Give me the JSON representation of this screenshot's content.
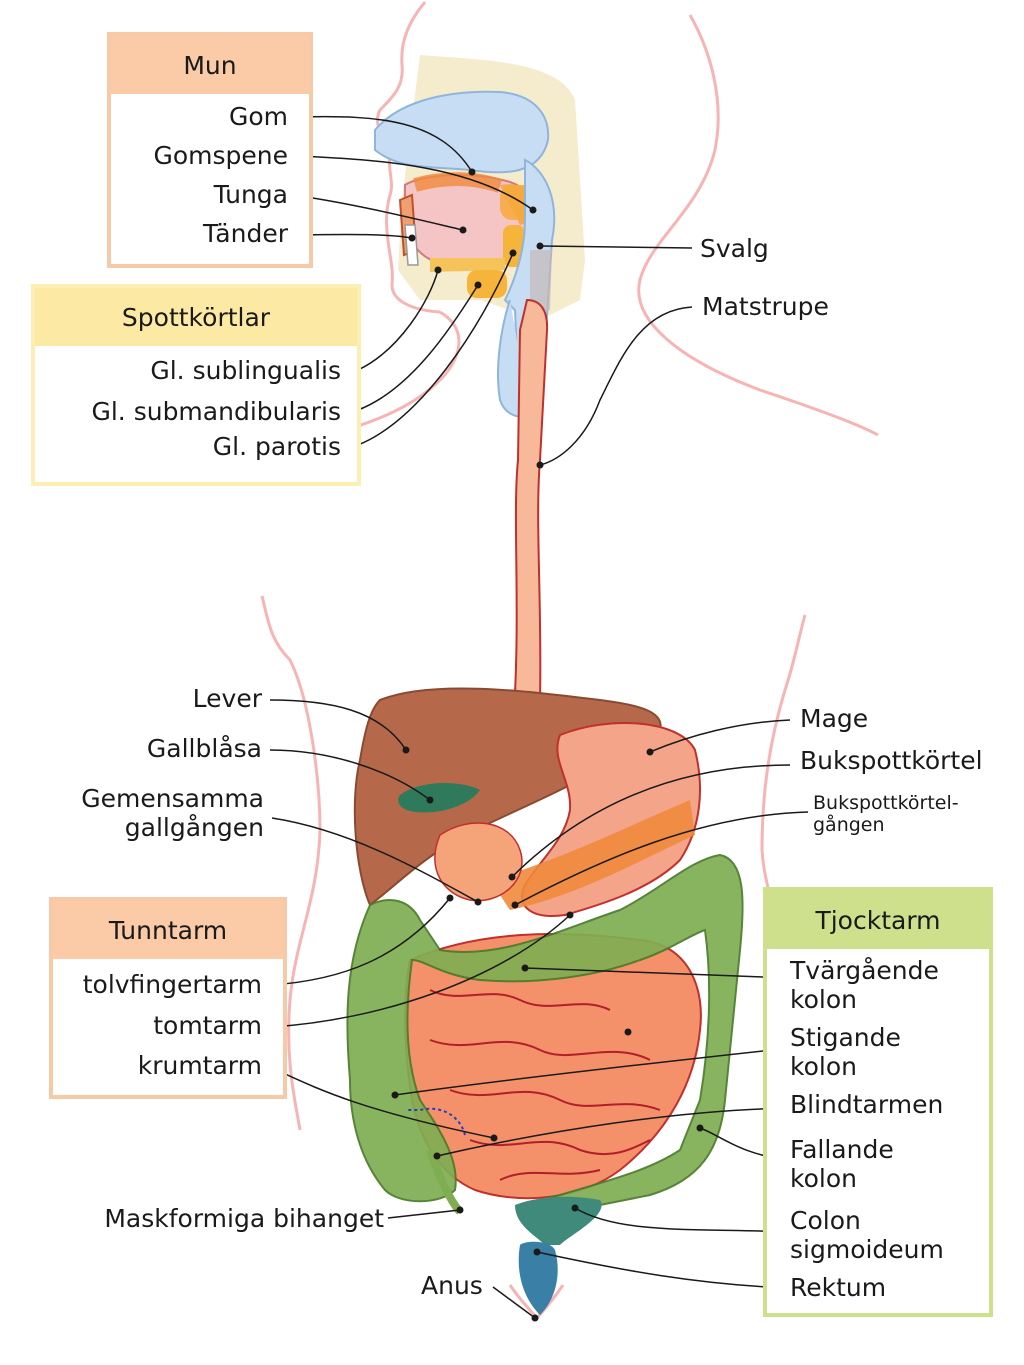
{
  "boxes": {
    "mun": "Mun",
    "spott": "Spottkörtlar",
    "tunn": "Tunntarm",
    "tjock": "Tjocktarm"
  },
  "labels": {
    "gom": "Gom",
    "gomspene": "Gomspene",
    "tunga": "Tunga",
    "tander": "Tänder",
    "svalg": "Svalg",
    "matstrupe": "Matstrupe",
    "sublingualis": "Gl. sublingualis",
    "submandibularis": "Gl. submandibularis",
    "parotis": "Gl. parotis",
    "lever": "Lever",
    "gallblasa": "Gallblåsa",
    "gemensamma": "Gemensamma\ngallgången",
    "mage": "Mage",
    "bukspott": "Bukspottkörtel",
    "bukspottgang": "Bukspottkörtel-\ngången",
    "tolv": "tolvfingertarm",
    "tomtarm": "tomtarm",
    "krumtarm": "krumtarm",
    "tvargaende": "Tvärgående\nkolon",
    "stigande": "Stigande\nkolon",
    "blindtarm": "Blindtarmen",
    "fallande": "Fallande\nkolon",
    "sigmoid": "Colon\nsigmoideum",
    "rektum": "Rektum",
    "maskformiga": "Maskformiga bihanget",
    "anus": "Anus"
  },
  "colors": {
    "body_outline": "#f8b4b4",
    "esophagus": "#f7b99a",
    "liver": "#b5694a",
    "stomach": "#f4a488",
    "small_intestine": "#f5916a",
    "large_intestine": "#7fae52",
    "rectum": "#3a7fa6",
    "pancreas": "#f08a3c",
    "gallbladder": "#2f7a5a",
    "palate": "#c7ddf3"
  }
}
